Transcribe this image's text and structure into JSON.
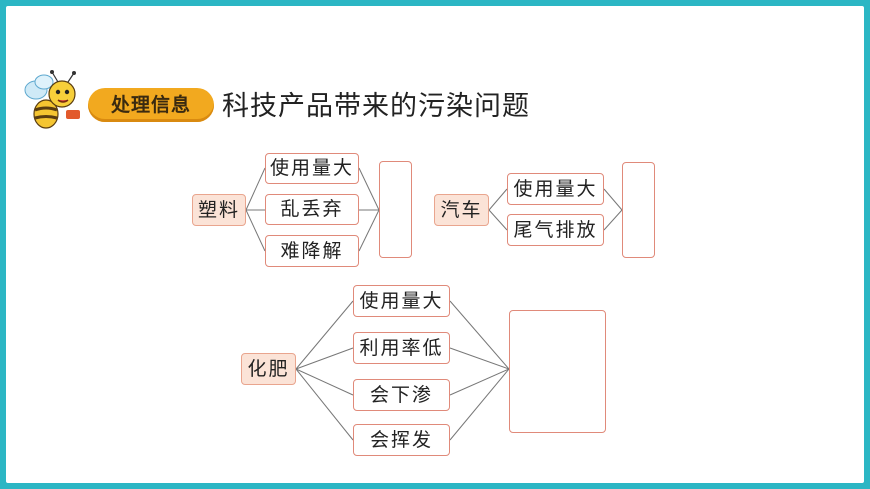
{
  "header": {
    "badge_label": "处理信息",
    "title": "科技产品带来的污染问题"
  },
  "diagrams": {
    "plastic": {
      "category": "塑料",
      "items": [
        "使用量大",
        "乱丢弃",
        "难降解"
      ]
    },
    "car": {
      "category": "汽车",
      "items": [
        "使用量大",
        "尾气排放"
      ]
    },
    "fertilizer": {
      "category": "化肥",
      "items": [
        "使用量大",
        "利用率低",
        "会下渗",
        "会挥发"
      ]
    }
  },
  "colors": {
    "background": "#2bb6c4",
    "badge": "#f2a91f",
    "category_fill": "#fbe3d7",
    "box_border": "#e08a7a",
    "line": "#777777"
  }
}
